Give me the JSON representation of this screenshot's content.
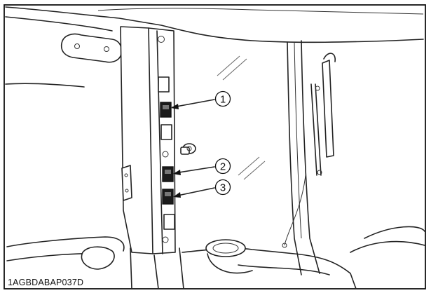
{
  "figure": {
    "code": "1AGBDABAP037D",
    "callouts": [
      {
        "number": "1"
      },
      {
        "number": "2"
      },
      {
        "number": "3"
      }
    ]
  }
}
